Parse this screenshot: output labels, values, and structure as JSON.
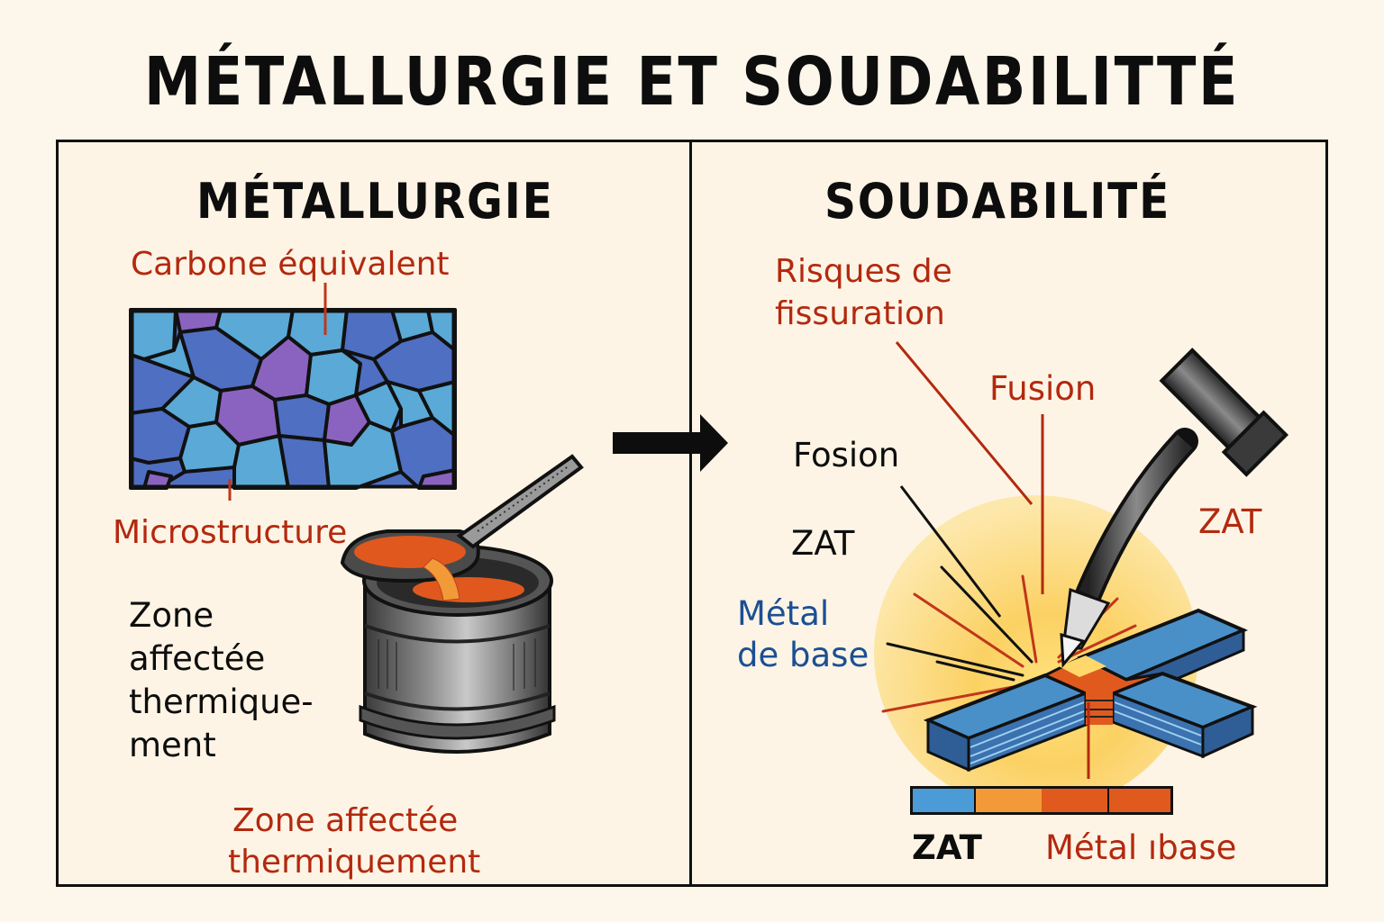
{
  "title": "MÉTALLURGIE ET SOUDABILITTÉ",
  "colors": {
    "background": "#fdf6ea",
    "label_red": "#b3290f",
    "label_black": "#0d0d0d",
    "label_blue": "#1b4f94",
    "grain_light_blue": "#5aa9d6",
    "grain_dark_blue": "#4f6fc2",
    "grain_purple": "#8a63c0",
    "weld_orange": "#e05a1e",
    "glow_yellow": "#fbd46a",
    "plate_blue": "#4a90c8"
  },
  "left_panel": {
    "heading": "MÉTALLURGIE",
    "labels": {
      "carbon_equivalent": "Carbone équivalent",
      "microstructure": "Microstructure",
      "zat_black_line1": "Zone",
      "zat_black_line2": "affectée",
      "zat_black_line3": "thermique-",
      "zat_black_line4": "ment",
      "zat_red_line1": "Zone affectée",
      "zat_red_line2": "thermiquement"
    },
    "illustrations": [
      "grain-microstructure",
      "ladle-pouring-into-crucible"
    ]
  },
  "arrow": {
    "icon": "right-arrow-icon"
  },
  "right_panel": {
    "heading": "SOUDABILITÉ",
    "labels": {
      "cracking_risk_line1": "Risques de",
      "cracking_risk_line2": "fissuration",
      "fusion_red": "Fusion",
      "fosion_black": "Fosion",
      "zat_black": "ZAT",
      "zat_red": "ZAT",
      "base_metal_line1": "Métal",
      "base_metal_line2": "de base"
    },
    "legend_bar": {
      "segments": [
        {
          "color": "#4a9bd6"
        },
        {
          "color": "#f29a38"
        },
        {
          "color": "#e05a1e"
        },
        {
          "color": "#e05a1e"
        }
      ],
      "label_left": "ZAT",
      "label_right": "Métal ıbase"
    },
    "illustrations": [
      "welding-torch",
      "cross-plate-weld",
      "heat-glow"
    ]
  }
}
